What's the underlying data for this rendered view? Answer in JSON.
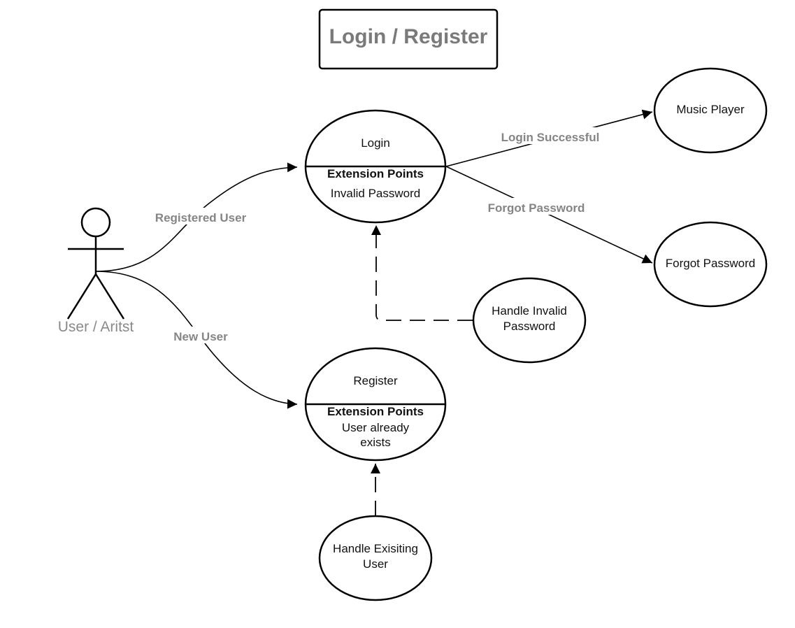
{
  "title": "Login / Register",
  "actor": {
    "label": "User / Aritst"
  },
  "use_cases": {
    "login": {
      "name": "Login",
      "ext_header": "Extension Points",
      "ext_lines": [
        "Invalid Password"
      ]
    },
    "register": {
      "name": "Register",
      "ext_header": "Extension Points",
      "ext_lines": [
        "User already",
        "exists"
      ]
    },
    "music_player": {
      "lines": [
        "Music Player"
      ]
    },
    "forgot_password": {
      "lines": [
        "Forgot Password"
      ]
    },
    "handle_invalid": {
      "lines": [
        "Handle Invalid",
        "Password"
      ]
    },
    "handle_existing": {
      "lines": [
        "Handle Exisiting",
        "User"
      ]
    }
  },
  "edges": {
    "registered_user": "Registered User",
    "new_user": "New User",
    "login_successful": "Login Successful",
    "forgot_password": "Forgot Password"
  }
}
